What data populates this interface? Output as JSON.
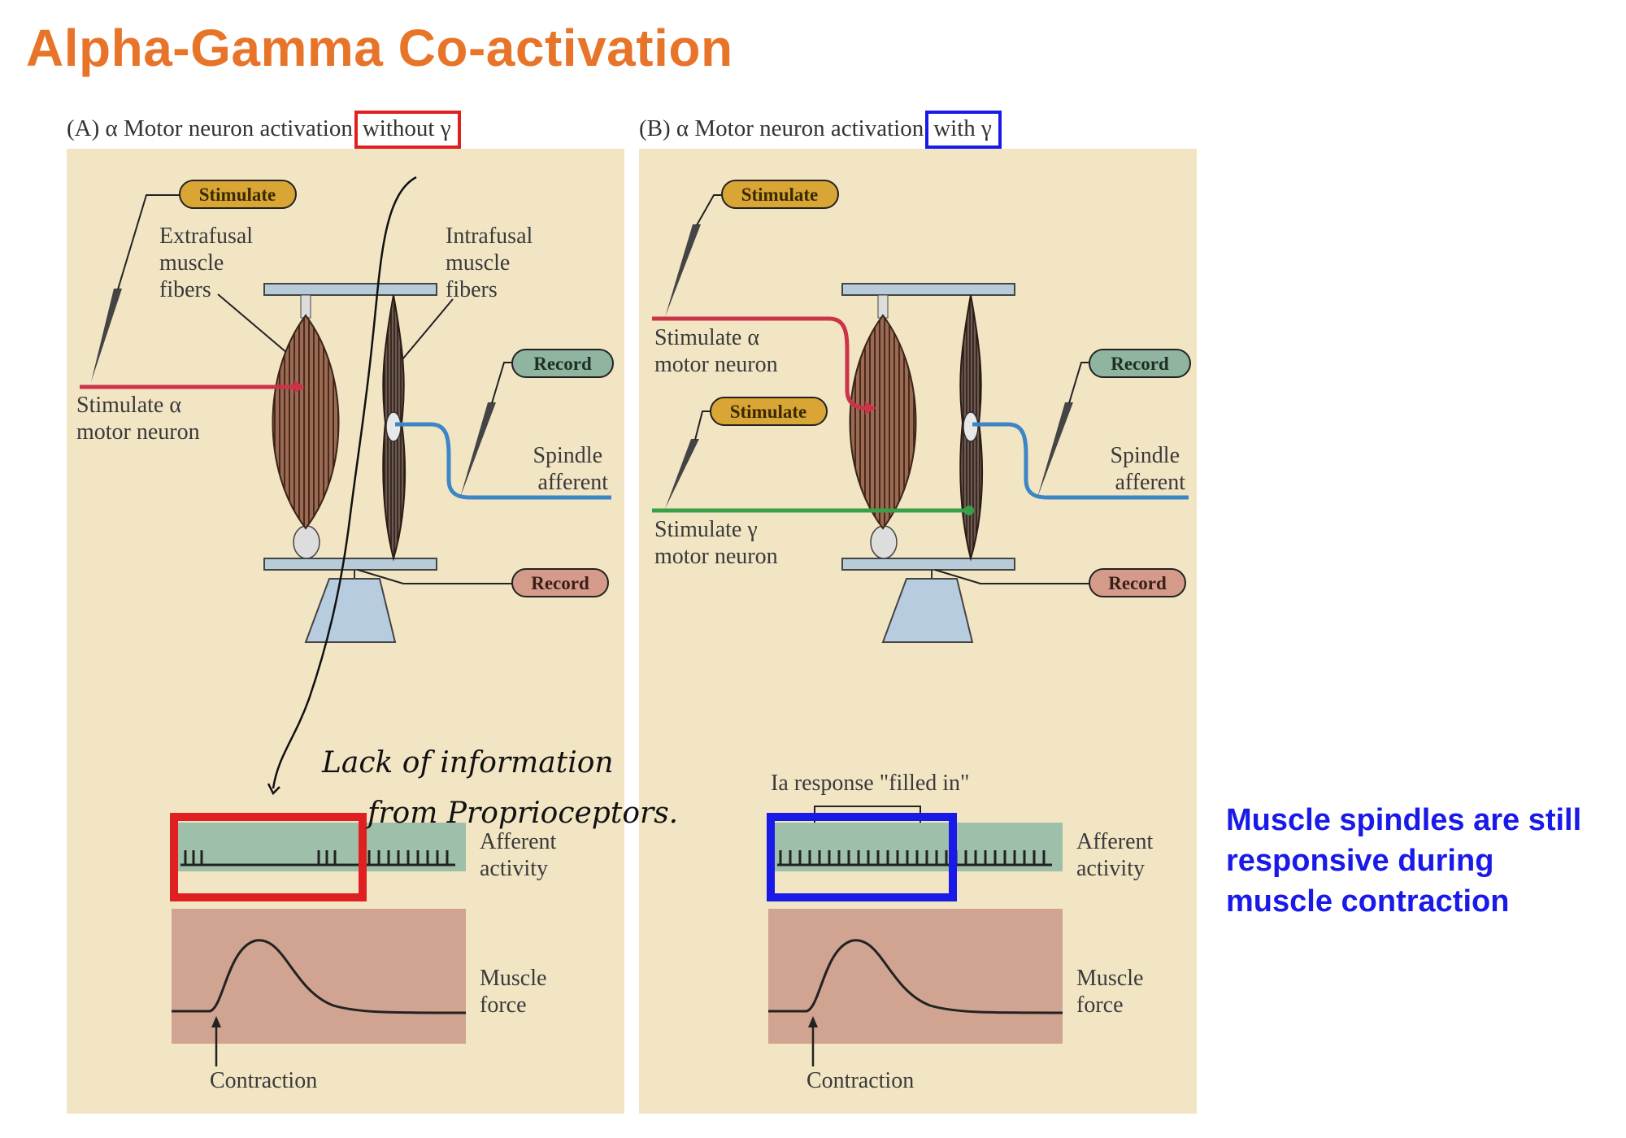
{
  "title": "Alpha-Gamma Co-activation",
  "panel_a": {
    "caption_prefix": "(A) α Motor neuron activation",
    "caption_boxed": "without γ",
    "stimulate": "Stimulate",
    "record_top": "Record",
    "record_bottom": "Record",
    "extrafusal": [
      "Extrafusal",
      "muscle",
      "fibers"
    ],
    "intrafusal": [
      "Intrafusal",
      "muscle",
      "fibers"
    ],
    "stim_alpha": [
      "Stimulate α",
      "motor neuron"
    ],
    "spindle": [
      "Spindle",
      "afferent"
    ],
    "afferent": [
      "Afferent",
      "activity"
    ],
    "force": [
      "Muscle",
      "force"
    ],
    "contraction": "Contraction"
  },
  "panel_b": {
    "caption_prefix": "(B) α Motor neuron activation",
    "caption_boxed": "with γ",
    "stimulate_top": "Stimulate",
    "stimulate_gamma": "Stimulate",
    "record_top": "Record",
    "record_bottom": "Record",
    "stim_alpha": [
      "Stimulate α",
      "motor neuron"
    ],
    "stim_gamma": [
      "Stimulate γ",
      "motor neuron"
    ],
    "spindle": [
      "Spindle",
      "afferent"
    ],
    "ia_response": "Ia response \"filled in\"",
    "afferent": [
      "Afferent",
      "activity"
    ],
    "force": [
      "Muscle",
      "force"
    ],
    "contraction": "Contraction"
  },
  "handwriting": [
    "Lack of information",
    "from Proprioceptors."
  ],
  "side_note": "Muscle spindles are still responsive during muscle contraction",
  "colors": {
    "title": "#e8742a",
    "panel_bg": "#f2e5c4",
    "alpha_nerve": "#cc3348",
    "gamma_nerve": "#3aa048",
    "afferent_nerve": "#3d86c6",
    "annotation_red": "#e02020",
    "annotation_blue": "#1a1ae8"
  }
}
